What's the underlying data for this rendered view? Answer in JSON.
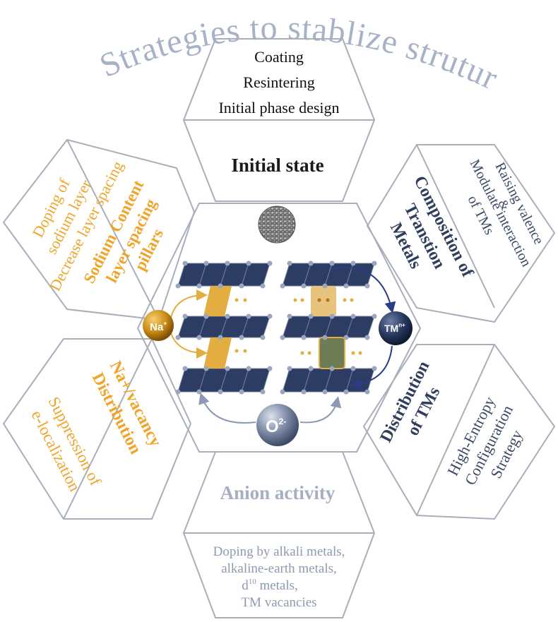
{
  "title": "Strategies to  stablize struture",
  "top": {
    "lines": [
      "Coating",
      "Resintering",
      "Initial phase design"
    ],
    "heading": "Initial state"
  },
  "upper_left": {
    "lines": [
      "Doping of",
      "sodium layer",
      "Decrease layer spacing"
    ],
    "heading_lines": [
      "Sodium Content",
      "layer spacing",
      "pillars"
    ]
  },
  "upper_right": {
    "lines": [
      "Raising valence",
      "&",
      "Modulate interaction",
      "of TMs"
    ],
    "heading_lines": [
      "Composition of",
      "Transtion",
      "Metals"
    ]
  },
  "lower_left": {
    "heading_lines": [
      "Na+/vacancy",
      "Distribution"
    ],
    "lines": [
      "Suppression of",
      "e-localization"
    ]
  },
  "lower_right": {
    "heading_lines": [
      "Distribution",
      "of TMs"
    ],
    "lines": [
      "High-Entropy",
      "Configuration",
      "Strategy"
    ]
  },
  "bottom": {
    "heading": "Anion activity",
    "lines": [
      "Doping by alkali metals,",
      "alkaline-earth metals,",
      "d",
      "10",
      " metals,",
      "TM vacancies"
    ]
  },
  "center": {
    "na_label": "Na",
    "na_sup": "+",
    "tm_label": "TM",
    "tm_sup": "n+",
    "o_label": "O",
    "o_sup": "2-"
  },
  "colors": {
    "outline": "#a9aebb",
    "title": "#a7b2c7",
    "orange": "#f0a52a",
    "navy": "#2e3e5c",
    "grey": "#a5afc2",
    "octahedra": "#2d3c63"
  }
}
